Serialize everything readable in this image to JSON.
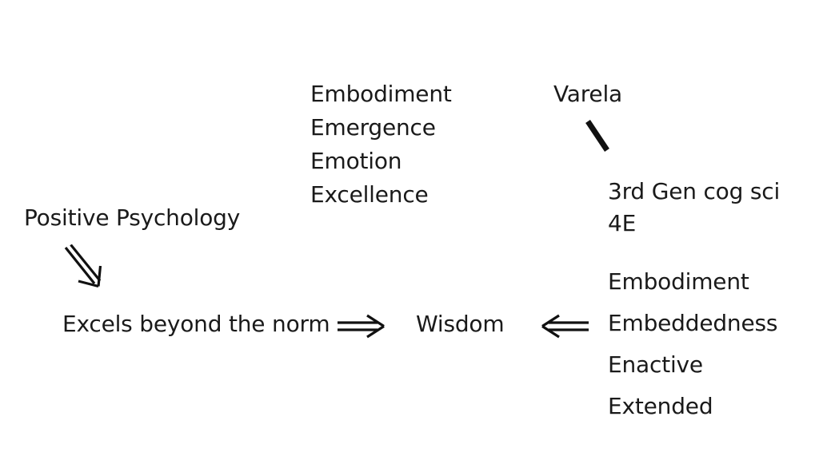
{
  "diagram": {
    "title": "Wisdom convergence diagram",
    "background_color": "#ffffff",
    "text_color": "#1a1a1a",
    "nodes": {
      "e_virtues": {
        "items": [
          "Embodiment",
          "Emergence",
          "Emotion",
          "Excellence"
        ]
      },
      "varela": {
        "label": "Varela"
      },
      "third_gen": {
        "items": [
          "3rd Gen cog sci",
          "4E"
        ]
      },
      "positive_psychology": {
        "label": "Positive Psychology"
      },
      "excels": {
        "label": "Excels beyond the norm"
      },
      "wisdom": {
        "label": "Wisdom"
      },
      "four_e": {
        "items": [
          "Embodiment",
          "Embeddedness",
          "Enactive",
          "Extended"
        ]
      }
    },
    "connectors": {
      "varela_to_thirdgen": {
        "icon": "diagonal-line",
        "direction": "down-right",
        "style": "plain-thick-line"
      },
      "positive_psych_to_excels": {
        "icon": "double-line-arrow-down-right",
        "direction": "down-right",
        "style": "double-stroke-arrow"
      },
      "excels_to_wisdom": {
        "icon": "double-line-arrow-right",
        "direction": "right",
        "style": "double-stroke-arrow"
      },
      "four_e_to_wisdom": {
        "icon": "double-line-arrow-left",
        "direction": "left",
        "style": "double-stroke-arrow"
      }
    }
  }
}
